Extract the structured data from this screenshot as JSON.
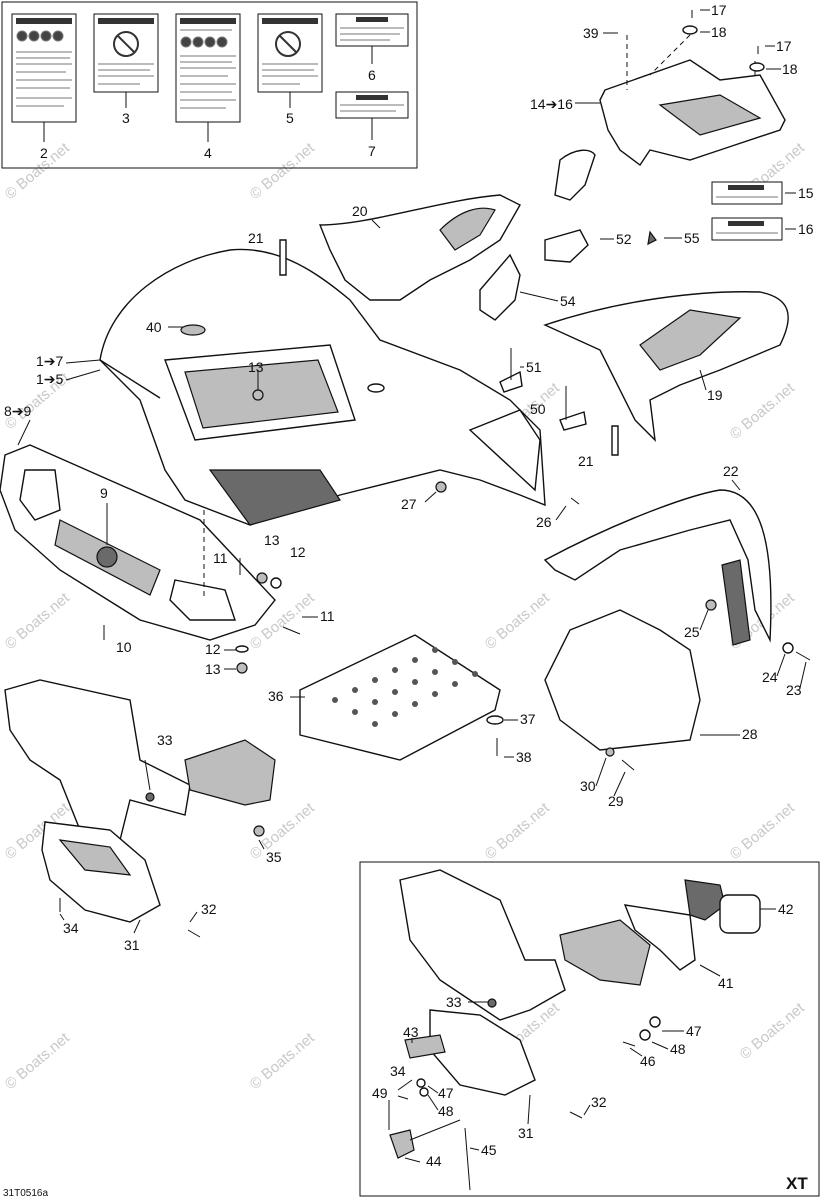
{
  "diagram": {
    "code": "31T0516a",
    "watermark": "© Boats.net",
    "variant_label": "XT",
    "callouts": [
      {
        "id": "c39",
        "text": "39"
      },
      {
        "id": "c17a",
        "text": "17"
      },
      {
        "id": "c18a",
        "text": "18"
      },
      {
        "id": "c17b",
        "text": "17"
      },
      {
        "id": "c18b",
        "text": "18"
      },
      {
        "id": "c14",
        "text": "14➔16"
      },
      {
        "id": "c15",
        "text": "15"
      },
      {
        "id": "c16",
        "text": "16"
      },
      {
        "id": "c2",
        "text": "2"
      },
      {
        "id": "c3",
        "text": "3"
      },
      {
        "id": "c4",
        "text": "4"
      },
      {
        "id": "c5",
        "text": "5"
      },
      {
        "id": "c6",
        "text": "6"
      },
      {
        "id": "c7",
        "text": "7"
      },
      {
        "id": "c20",
        "text": "20"
      },
      {
        "id": "c21a",
        "text": "21"
      },
      {
        "id": "c52",
        "text": "52"
      },
      {
        "id": "c55",
        "text": "55"
      },
      {
        "id": "c54",
        "text": "54"
      },
      {
        "id": "c40",
        "text": "40"
      },
      {
        "id": "c1to7",
        "text": "1➔7"
      },
      {
        "id": "c1to5",
        "text": "1➔5"
      },
      {
        "id": "c13a",
        "text": "13"
      },
      {
        "id": "c51",
        "text": "51"
      },
      {
        "id": "c50",
        "text": "50"
      },
      {
        "id": "c19",
        "text": "19"
      },
      {
        "id": "c8to9",
        "text": "8➔9"
      },
      {
        "id": "c9",
        "text": "9"
      },
      {
        "id": "c21b",
        "text": "21"
      },
      {
        "id": "c27",
        "text": "27"
      },
      {
        "id": "c26",
        "text": "26"
      },
      {
        "id": "c22",
        "text": "22"
      },
      {
        "id": "c11a",
        "text": "11"
      },
      {
        "id": "c13b",
        "text": "13"
      },
      {
        "id": "c12a",
        "text": "12"
      },
      {
        "id": "c10",
        "text": "10"
      },
      {
        "id": "c11b",
        "text": "11"
      },
      {
        "id": "c12b",
        "text": "12"
      },
      {
        "id": "c13c",
        "text": "13"
      },
      {
        "id": "c25",
        "text": "25"
      },
      {
        "id": "c24",
        "text": "24"
      },
      {
        "id": "c23",
        "text": "23"
      },
      {
        "id": "c36",
        "text": "36"
      },
      {
        "id": "c37",
        "text": "37"
      },
      {
        "id": "c38",
        "text": "38"
      },
      {
        "id": "c28",
        "text": "28"
      },
      {
        "id": "c33a",
        "text": "33"
      },
      {
        "id": "c30",
        "text": "30"
      },
      {
        "id": "c29",
        "text": "29"
      },
      {
        "id": "c35",
        "text": "35"
      },
      {
        "id": "c32a",
        "text": "32"
      },
      {
        "id": "c34a",
        "text": "34"
      },
      {
        "id": "c31a",
        "text": "31"
      },
      {
        "id": "c42",
        "text": "42"
      },
      {
        "id": "c41",
        "text": "41"
      },
      {
        "id": "c33b",
        "text": "33"
      },
      {
        "id": "c47a",
        "text": "47"
      },
      {
        "id": "c48a",
        "text": "48"
      },
      {
        "id": "c46",
        "text": "46"
      },
      {
        "id": "c43",
        "text": "43"
      },
      {
        "id": "c34b",
        "text": "34"
      },
      {
        "id": "c47b",
        "text": "47"
      },
      {
        "id": "c48b",
        "text": "48"
      },
      {
        "id": "c49",
        "text": "49"
      },
      {
        "id": "c32b",
        "text": "32"
      },
      {
        "id": "c31b",
        "text": "31"
      },
      {
        "id": "c45",
        "text": "45"
      },
      {
        "id": "c44",
        "text": "44"
      }
    ]
  }
}
